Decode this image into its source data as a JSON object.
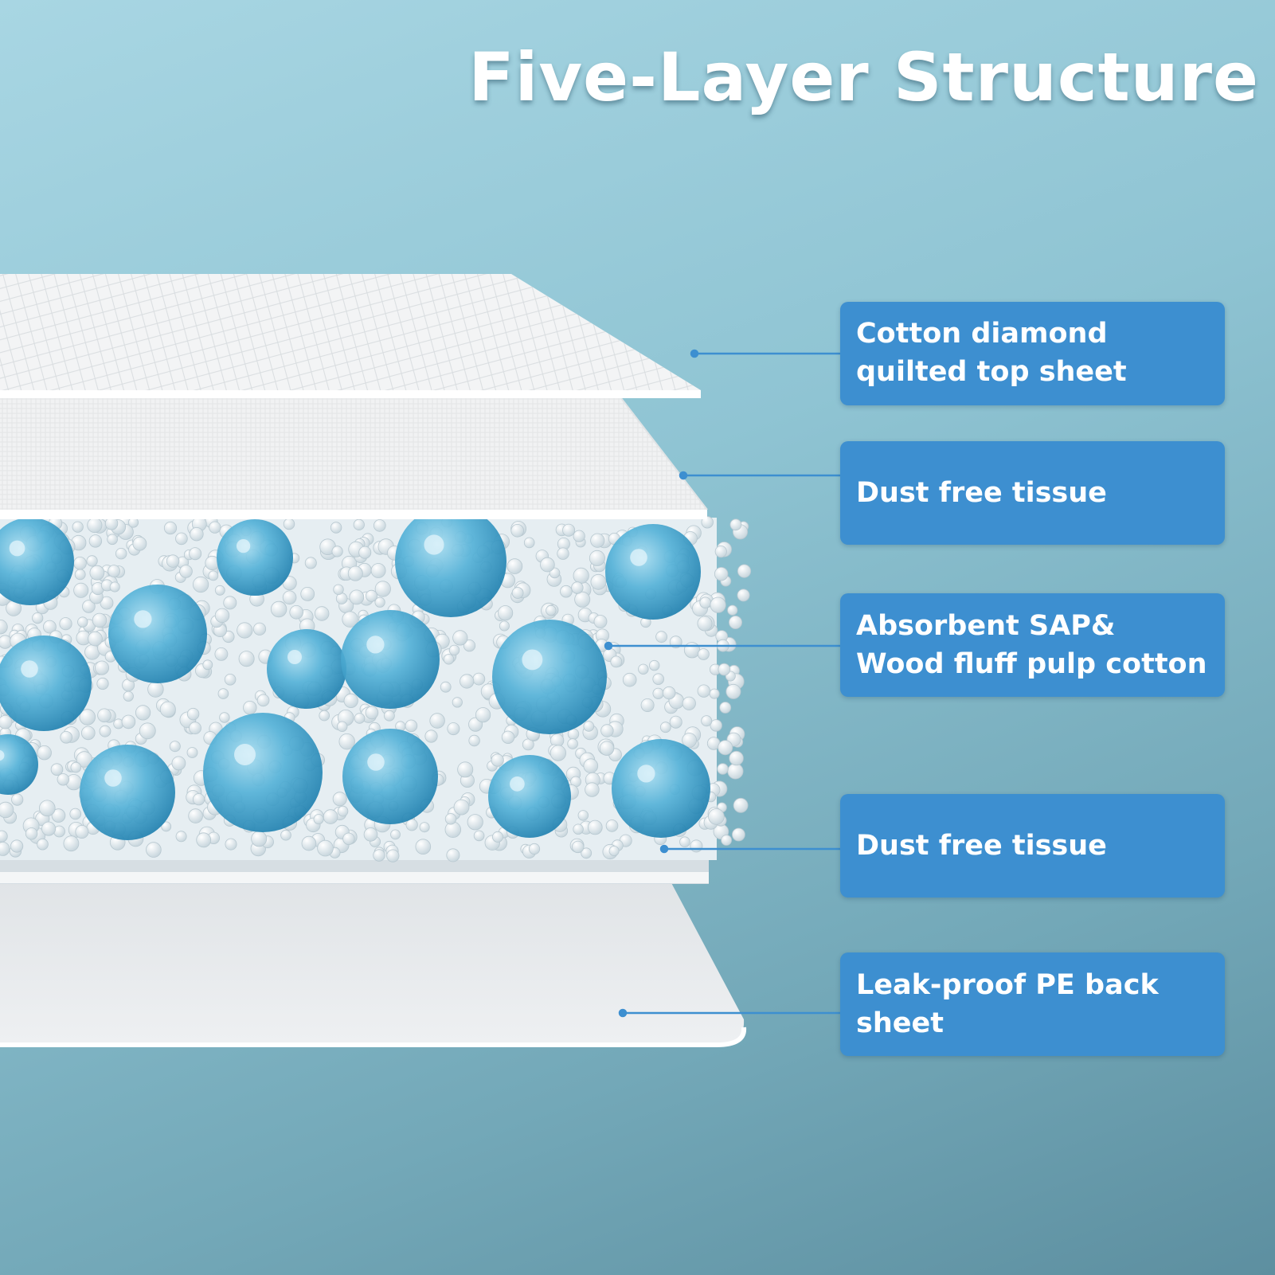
{
  "title": "Five-Layer Structure",
  "layers": [
    {
      "label": "Cotton diamond\nquilted top sheet"
    },
    {
      "label": "Dust free tissue"
    },
    {
      "label": "Absorbent SAP&\nWood fluff pulp cotton"
    },
    {
      "label": "Dust free tissue"
    },
    {
      "label": "Leak-proof PE back\nsheet"
    }
  ],
  "colors": {
    "label_box": "#3d8fd0",
    "leader_line": "#3d8fd0",
    "title_text": "#ffffff",
    "gel_bead": "#3a9cc6"
  }
}
